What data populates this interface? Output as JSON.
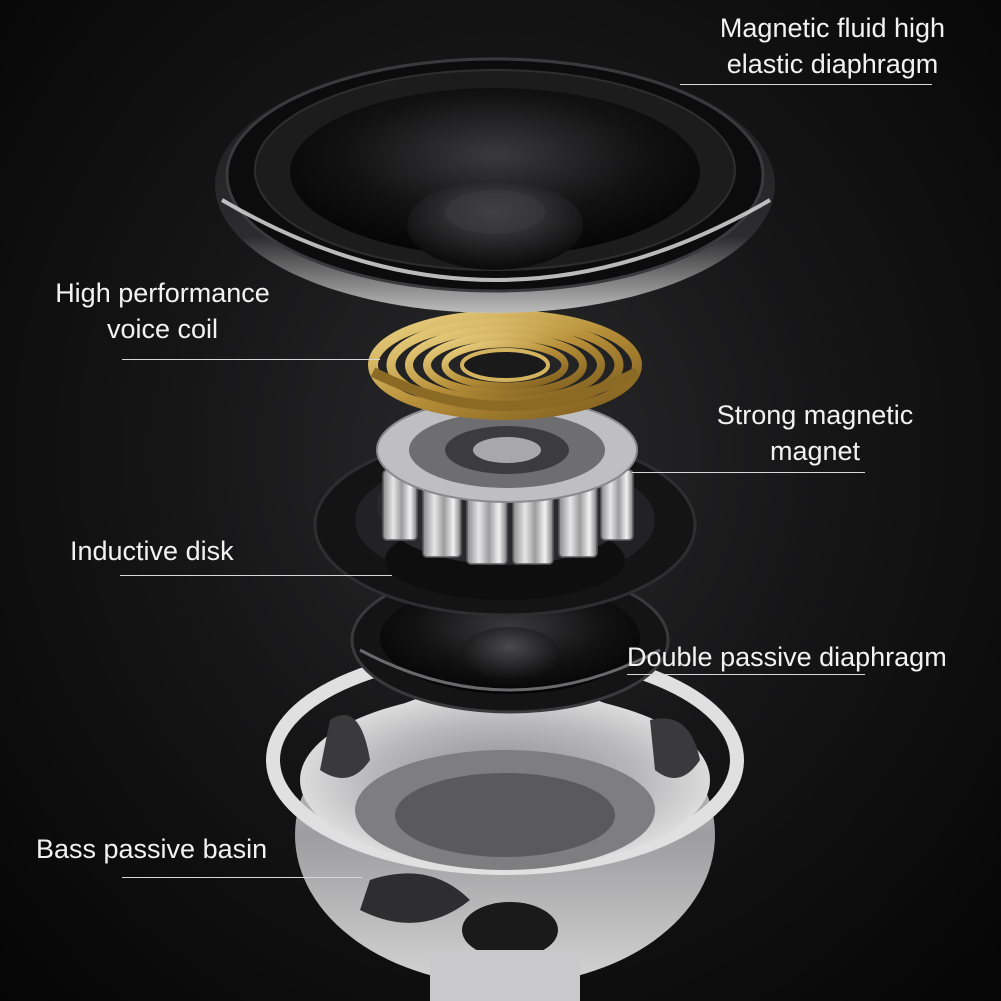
{
  "labels": {
    "diaphragm": {
      "line1": "Magnetic fluid high",
      "line2": "elastic diaphragm"
    },
    "voice_coil": {
      "line1": "High performance",
      "line2": "voice coil"
    },
    "magnet": {
      "line1": "Strong magnetic",
      "line2": "magnet"
    },
    "inductive_disk": {
      "line1": "Inductive disk"
    },
    "double_passive": {
      "line1": "Double passive diaphragm"
    },
    "bass_basin": {
      "line1": "Bass passive basin"
    }
  },
  "colors": {
    "background": "#0b0b0c",
    "text": "#f2f2f2",
    "coil_gold": "#c9a54a",
    "metal": "#c8c8c8"
  }
}
